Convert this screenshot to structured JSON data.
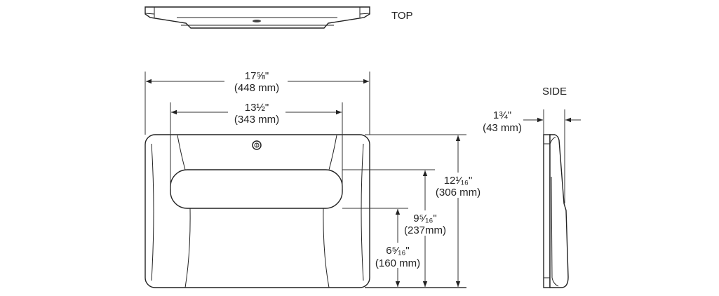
{
  "views": {
    "top": "TOP",
    "side": "SIDE"
  },
  "dimensions": {
    "overall_width": {
      "imperial": "17⅝\"",
      "metric": "(448 mm)"
    },
    "handle_width": {
      "imperial": "13½\"",
      "metric": "(343 mm)"
    },
    "overall_height": {
      "imperial": "12¹⁄₁₆\"",
      "metric": "(306 mm)"
    },
    "handle_top_height": {
      "imperial": "9⁵⁄₁₆\"",
      "metric": "(237mm)"
    },
    "handle_bottom_height": {
      "imperial": "6⁵⁄₁₆\"",
      "metric": "(160 mm)"
    },
    "depth": {
      "imperial": "1¾\"",
      "metric": "(43 mm)"
    }
  }
}
